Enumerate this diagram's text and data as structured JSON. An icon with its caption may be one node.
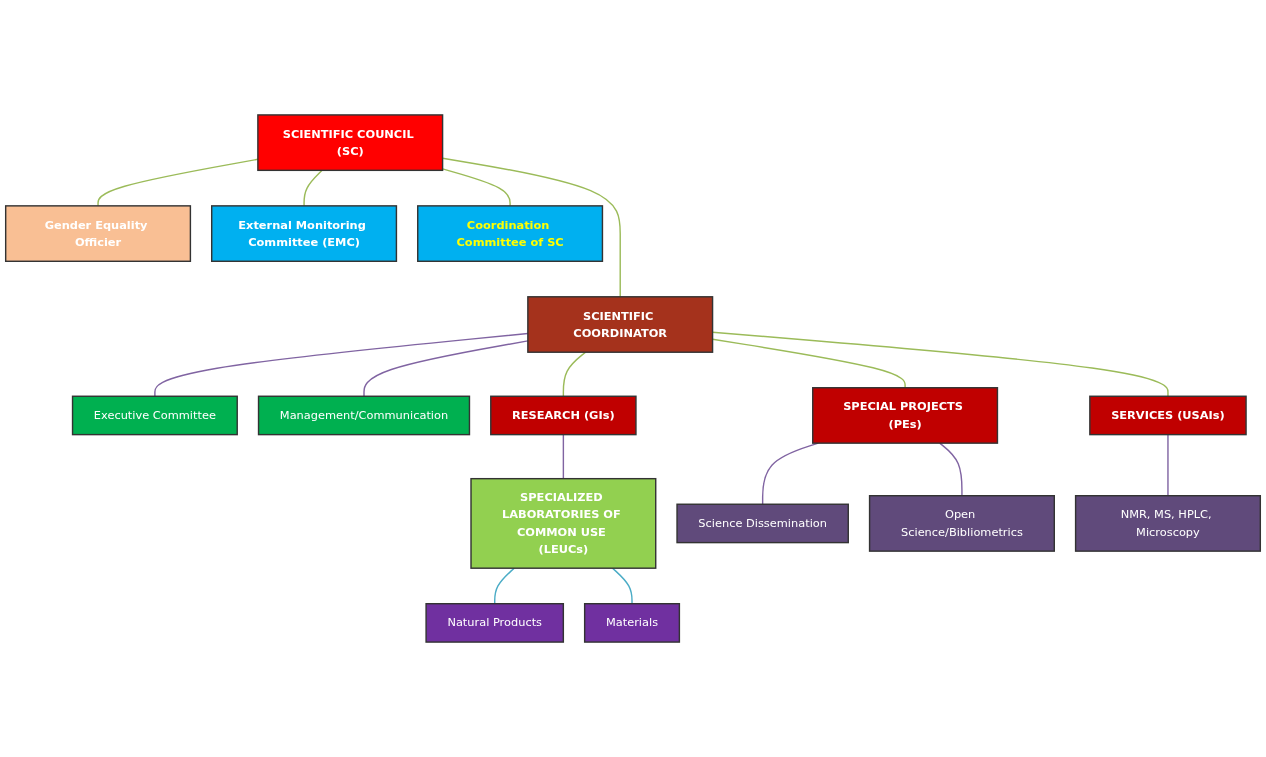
{
  "diagram": {
    "nodes": [
      {
        "text": [
          "SCIENTIFIC COUNCIL (SC)"
        ]
      },
      {
        "text": [
          "Gender Equality Officier"
        ]
      },
      {
        "text": [
          "External Monitoring Committee (EMC)"
        ]
      },
      {
        "text": [
          "Coordination Committee of SC"
        ]
      },
      {
        "text": [
          "SCIENTIFIC COORDINATOR"
        ]
      },
      {
        "text": [
          "Executive Committee"
        ]
      },
      {
        "text": [
          "Management/Communication"
        ]
      },
      {
        "text": [
          "RESEARCH (GIs)"
        ]
      },
      {
        "text": [
          "SPECIAL PROJECTS (PEs)"
        ]
      },
      {
        "text": [
          "SERVICES (USAIs)"
        ]
      },
      {
        "text": [
          "SPECIALIZED LABORATORIES OF COMMON USE (LEUCs)"
        ]
      },
      {
        "text": [
          "Science Dissemination"
        ]
      },
      {
        "text": [
          "Open Science/Bibliometrics"
        ]
      },
      {
        "text": [
          "NMR, MS, HPLC, Microscopy"
        ]
      },
      {
        "text": [
          "Natural Products"
        ]
      },
      {
        "text": [
          "Materials"
        ]
      }
    ],
    "edges": [
      {
        "from": 0,
        "to": 1,
        "arrow": "none"
      },
      {
        "from": 0,
        "to": 2,
        "arrow": "none"
      },
      {
        "from": 0,
        "to": 3,
        "arrow": "none"
      },
      {
        "from": 0,
        "to": 4,
        "arrow": "none"
      },
      {
        "from": 4,
        "to": 5,
        "arrow": "none",
        "color": "#8064a2"
      },
      {
        "from": 4,
        "to": 6,
        "arrow": "none",
        "color": "#8064a2"
      },
      {
        "from": 4,
        "to": 7,
        "arrow": "none"
      },
      {
        "from": 4,
        "to": 8,
        "arrow": "none"
      },
      {
        "from": 4,
        "to": 9,
        "arrow": "none"
      },
      {
        "from": 7,
        "to": 10,
        "arrow": "none",
        "color": "#8064a2"
      },
      {
        "from": 8,
        "to": 11,
        "arrow": "none",
        "color": "#8064a2"
      },
      {
        "from": 8,
        "to": 12,
        "arrow": "none",
        "color": "#8064a2"
      },
      {
        "from": 9,
        "to": 13,
        "arrow": "none",
        "color": "#8064a2"
      },
      {
        "from": 10,
        "to": 14,
        "arrow": "none",
        "color": "#4bacc6"
      },
      {
        "from": 10,
        "to": 15,
        "arrow": "none",
        "color": "#4bacc6"
      }
    ]
  }
}
